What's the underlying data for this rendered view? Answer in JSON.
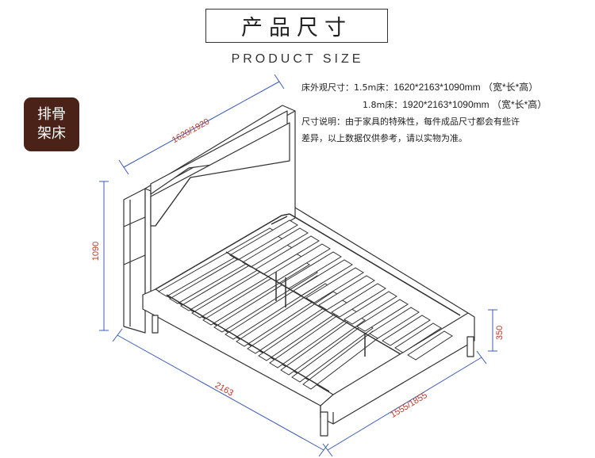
{
  "header": {
    "title": "产品尺寸",
    "subtitle": "PRODUCT SIZE"
  },
  "badge": {
    "line1": "排骨",
    "line2": "架床"
  },
  "specs": {
    "line1_label": "床外观尺寸：1.5m床：",
    "line1_value": "1620*2163*1090mm （宽*长*高）",
    "line2_label": "1.8m床：",
    "line2_value": "1920*2163*1090mm （宽*长*高）",
    "note_line1": "尺寸说明：由于家具的特殊性，每件成品尺寸都会有些许",
    "note_line2": "差异，以上数据仅供参考，请以实物为准。"
  },
  "dimensions": {
    "headboard_width": "1620/1920",
    "height": "1090",
    "length": "2163",
    "width": "1555/1855",
    "leg_height": "350"
  },
  "colors": {
    "badge_bg": "#4a2218",
    "dimension_line": "#3b5bb8",
    "dimension_text": "#c0392b",
    "outline": "#333333"
  }
}
